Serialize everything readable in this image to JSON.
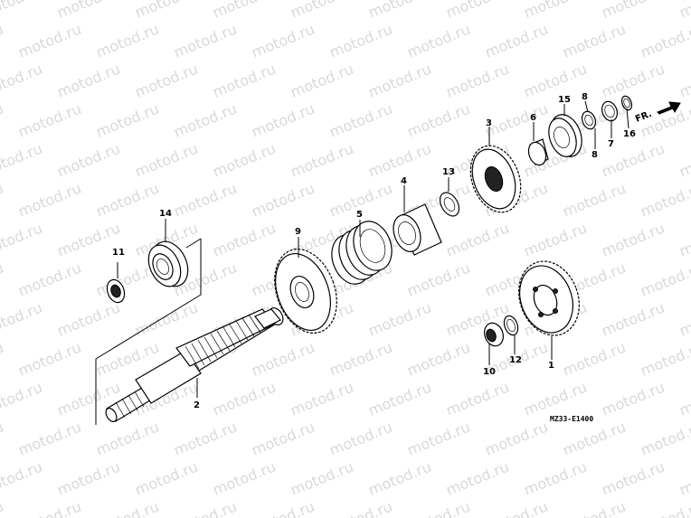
{
  "watermark": "motod.ru",
  "diagram_code": "MZ33-E1400",
  "direction_label": "FR.",
  "callouts": [
    "1",
    "2",
    "3",
    "4",
    "5",
    "6",
    "7",
    "8",
    "8",
    "9",
    "10",
    "11",
    "12",
    "13",
    "14",
    "15",
    "16"
  ]
}
